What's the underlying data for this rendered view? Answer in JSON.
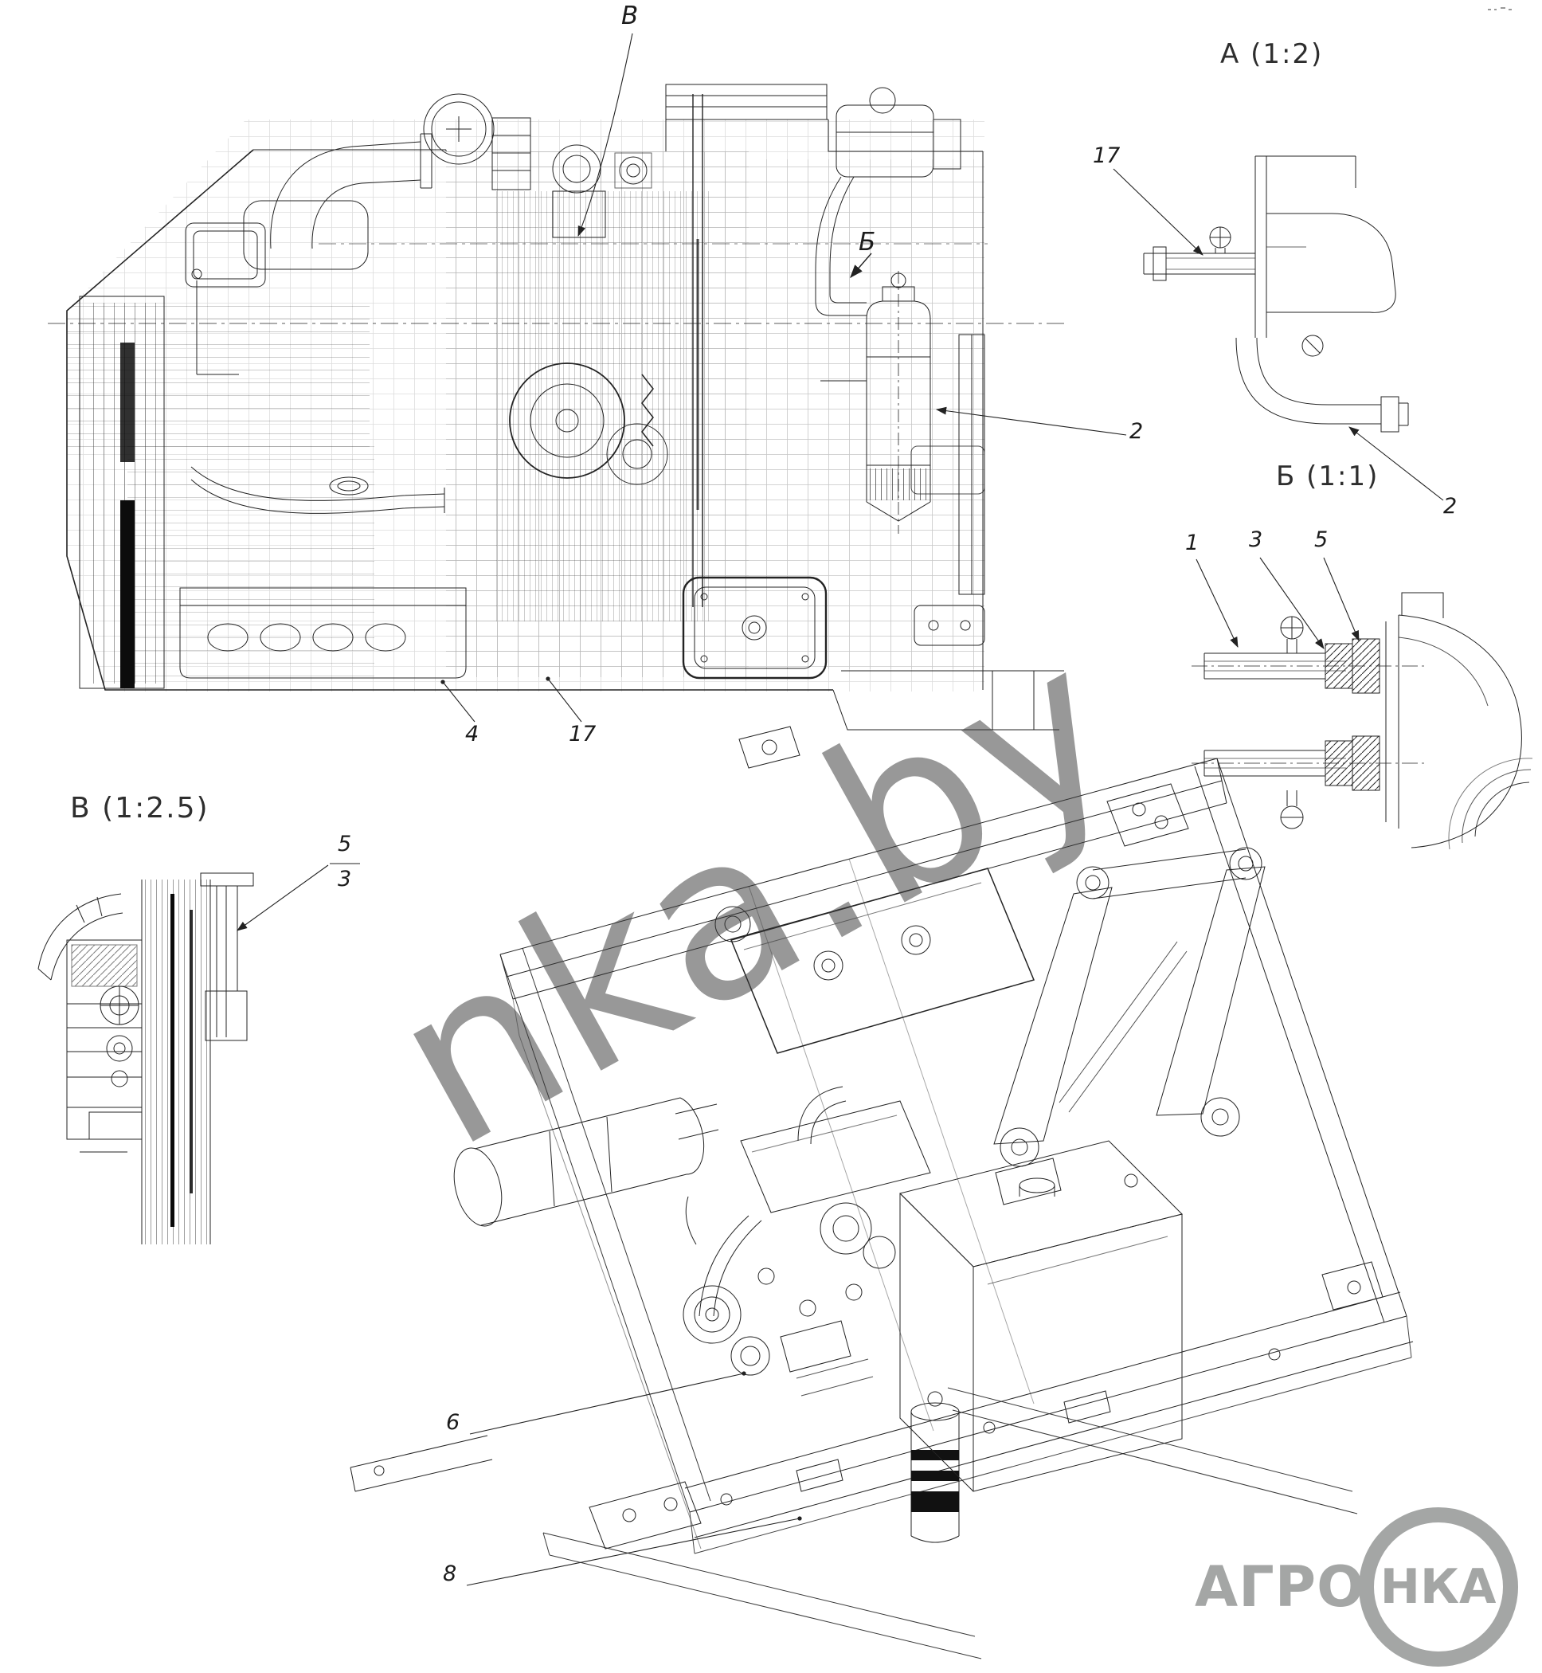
{
  "watermark": {
    "text": "nka.by"
  },
  "logo": {
    "outer": "АГРО",
    "inner": "НКА"
  },
  "main_view": {
    "section_v": "В",
    "section_b": "Б",
    "callout_2": "2",
    "callout_4": "4",
    "callout_17": "17"
  },
  "detail_a": {
    "title": "А (1:2)",
    "callout_17": "17",
    "callout_2": "2"
  },
  "detail_b": {
    "title": "Б (1:1)",
    "callout_1": "1",
    "callout_3": "3",
    "callout_5": "5"
  },
  "detail_v": {
    "title": "В (1:2.5)",
    "callout_5": "5",
    "callout_3": "3"
  },
  "isometric": {
    "callout_6": "6",
    "callout_8": "8"
  }
}
